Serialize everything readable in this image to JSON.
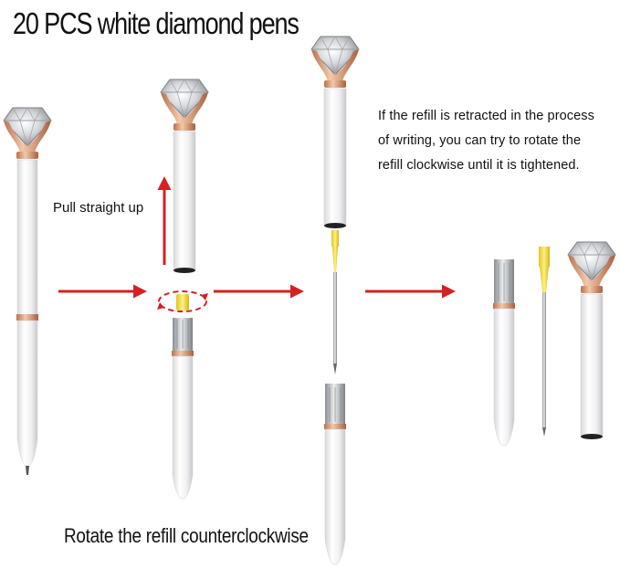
{
  "title": "20 PCS white diamond pens",
  "instructions": {
    "pull": "Pull straight up",
    "rotate": "Rotate the refill counterclockwise",
    "note_lines": [
      "If the refill is retracted in the process",
      "of writing, you can try to rotate the",
      "refill clockwise until it is tightened."
    ]
  },
  "colors": {
    "arrow": "#d42222",
    "rose_gold": "#d9a07e",
    "pen_white": "#f4f4f4",
    "refill_yellow": "#f5e04a",
    "steel": "#b8bcc2"
  },
  "icons": [
    "diamond-icon",
    "arrow-right-icon",
    "arrow-up-icon",
    "rotate-arrow-icon"
  ]
}
